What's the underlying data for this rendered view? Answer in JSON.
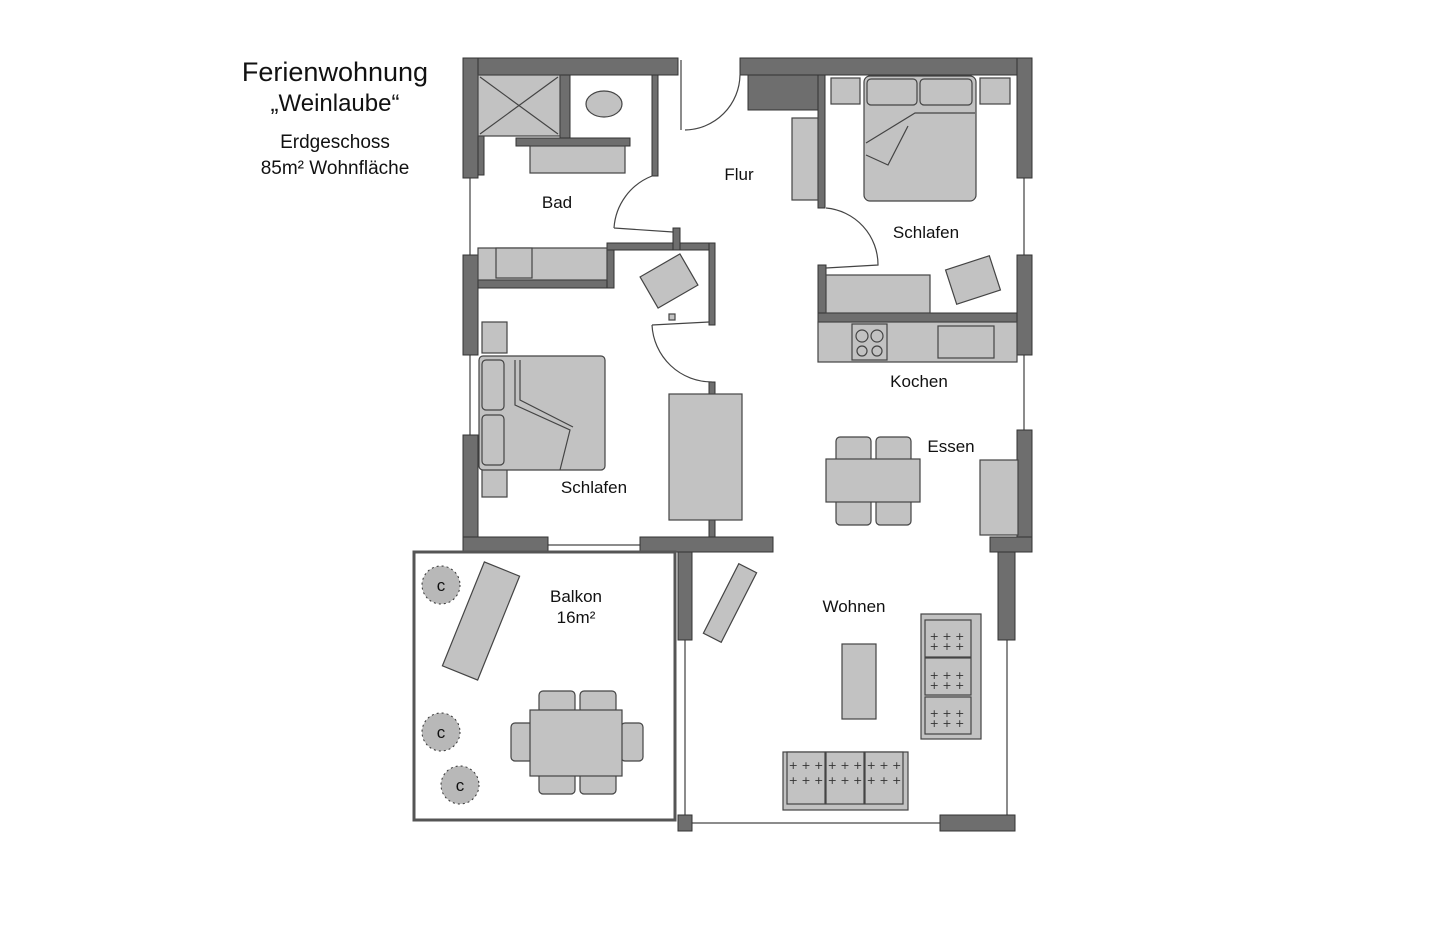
{
  "title": {
    "line1": "Ferienwohnung",
    "line2": "„Weinlaube“",
    "line3": "Erdgeschoss",
    "line4": "85m² Wohnfläche"
  },
  "rooms": {
    "bad": "Bad",
    "flur": "Flur",
    "schlafen_right": "Schlafen",
    "schlafen_left": "Schlafen",
    "kochen": "Kochen",
    "essen": "Essen",
    "wohnen": "Wohnen",
    "balkon": "Balkon",
    "balkon_area": "16m²"
  },
  "plants": [
    "c",
    "c",
    "c"
  ],
  "colors": {
    "wall": "#6e6e6e",
    "furniture": "#c2c2c2",
    "background": "#ffffff"
  }
}
